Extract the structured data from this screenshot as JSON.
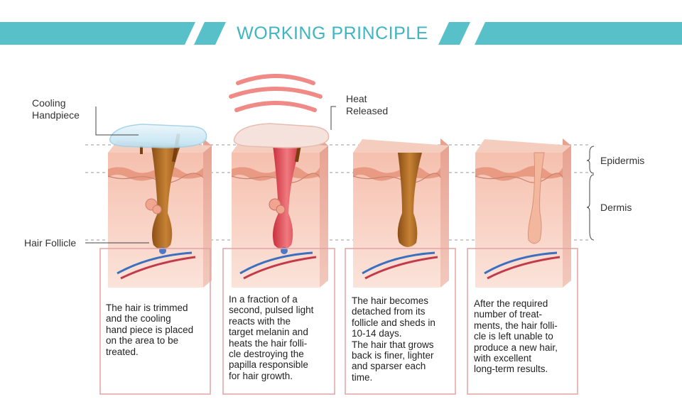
{
  "header": {
    "title": "WORKING PRINCIPLE"
  },
  "labels": {
    "cooling_handpiece": "Cooling\nHandpiece",
    "heat_released": "Heat\nReleased",
    "hair_follicle": "Hair Follicle",
    "epidermis": "Epidermis",
    "dermis": "Dermis"
  },
  "steps": [
    {
      "caption": "The hair is trimmed\nand the cooling\nhand piece is placed\non the area to be\ntreated."
    },
    {
      "caption": "In a fraction of a\nsecond, pulsed light\nreacts with the\ntarget melanin and\nheats the hair folli-\ncle destroying the\npapilla responsible\nfor hair growth."
    },
    {
      "caption": "The hair becomes\ndetached from its\nfollicle and sheds in\n10-14 days.\nThe hair that grows\nback is finer, lighter\nand sparser each\ntime."
    },
    {
      "caption": "After the required\nnumber of treat-\nments, the hair folli-\ncle is left unable to\nproduce a new hair,\nwith excellent\nlong-term results."
    }
  ],
  "colors": {
    "accent": "#3eb5c2",
    "skin": "#f5b7a6",
    "follicle": "#a0601e",
    "heated": "#e24a55"
  }
}
